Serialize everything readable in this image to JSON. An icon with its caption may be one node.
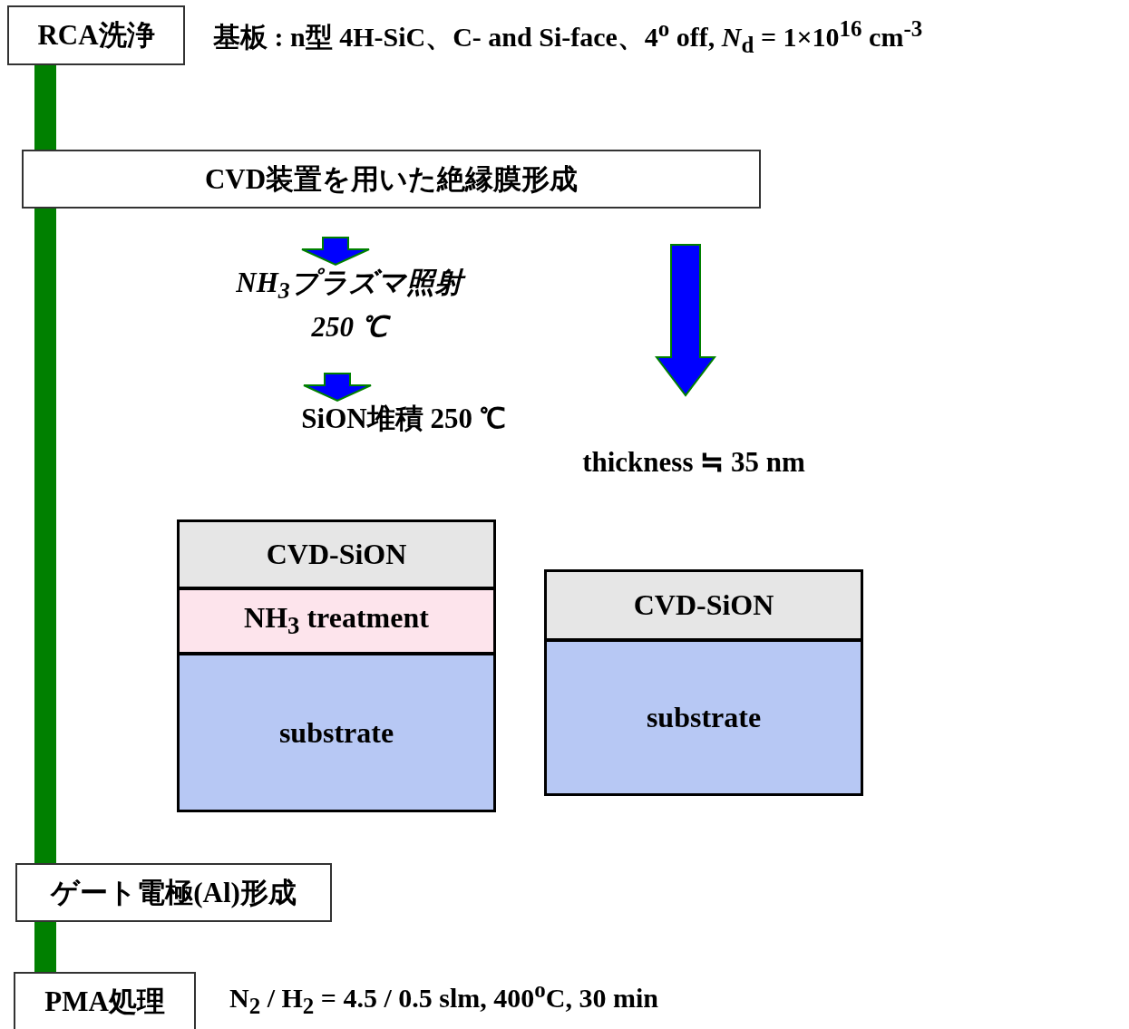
{
  "diagram": {
    "nodes": [
      {
        "text": [
          "RCA洗浄"
        ],
        "beside": [
          "基板 : n型 4H-SiC、C- and Si-face、4$^{o}$ off, *N*$_{d}$ = 1×10$^{16}$ cm$^{-3}$"
        ]
      },
      {
        "text": [
          "CVD装置を用いた絶縁膜形成"
        ]
      },
      {
        "text": [
          "NH$_{3}$プラズマ照射 250 ℃"
        ]
      },
      {
        "text": [
          "SiON堆積 250 ℃"
        ]
      },
      {
        "text": [
          "CVD-SiON"
        ]
      },
      {
        "text": [
          "NH$_{3}$ treatment"
        ]
      },
      {
        "text": [
          "substrate"
        ]
      },
      {
        "text": [
          "CVD-SiON"
        ]
      },
      {
        "text": [
          "substrate"
        ]
      },
      {
        "text": [
          "ゲート電極(Al)形成"
        ]
      },
      {
        "text": [
          "PMA処理"
        ],
        "beside": [
          "N$_{2}$ / H$_{2}$ = 4.5 / 0.5 slm, 400$^{o}$C, 30 min"
        ]
      },
      {
        "text": [
          "thickness ≒ 35 nm"
        ]
      }
    ],
    "edges": [
      {
        "from": 0,
        "to": 1,
        "arrow": "none",
        "color": "#008000"
      },
      {
        "from": 1,
        "to": 9,
        "arrow": "none",
        "color": "#008000"
      },
      {
        "from": 9,
        "to": 10,
        "arrow": "none",
        "color": "#008000"
      },
      {
        "from": 1,
        "to": 2,
        "arrow": "to",
        "color": "#0000ff"
      },
      {
        "from": 2,
        "to": 3,
        "arrow": "to",
        "color": "#0000ff"
      },
      {
        "from": 1,
        "to": 11,
        "arrow": "to",
        "color": "#0000ff"
      }
    ]
  }
}
